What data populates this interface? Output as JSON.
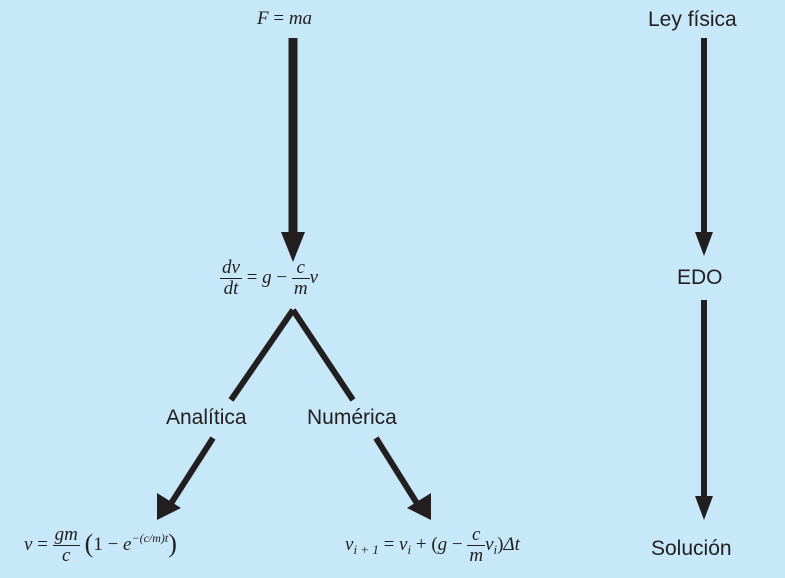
{
  "labels": {
    "ley_fisica": "Ley física",
    "edo": "EDO",
    "solucion": "Solución",
    "analitica": "Analítica",
    "numerica": "Numérica"
  },
  "equations": {
    "newton": {
      "lhs": "F",
      "eq": "=",
      "rhs": "ma"
    },
    "ode": {
      "num": "dv",
      "den": "dt",
      "eq": "=",
      "g": "g",
      "minus": "−",
      "c": "c",
      "m": "m",
      "v": "v"
    },
    "analytic": {
      "v": "v",
      "eq": "=",
      "num": "gm",
      "den": "c",
      "open": "(",
      "one": "1",
      "minus": "−",
      "e": "e",
      "exponent": "−(c/m)t",
      "close": ")"
    },
    "numeric": {
      "v1": "v",
      "sub1": "i + 1",
      "eq": "=",
      "v2": "v",
      "sub2": "i",
      "plus": "+",
      "open": "(",
      "g": "g",
      "minus": "−",
      "c": "c",
      "m": "m",
      "v3": "v",
      "sub3": "i",
      "close": ")",
      "dt": "Δt"
    }
  },
  "colors": {
    "background": "#c6e8f8",
    "ink": "#231f20"
  }
}
